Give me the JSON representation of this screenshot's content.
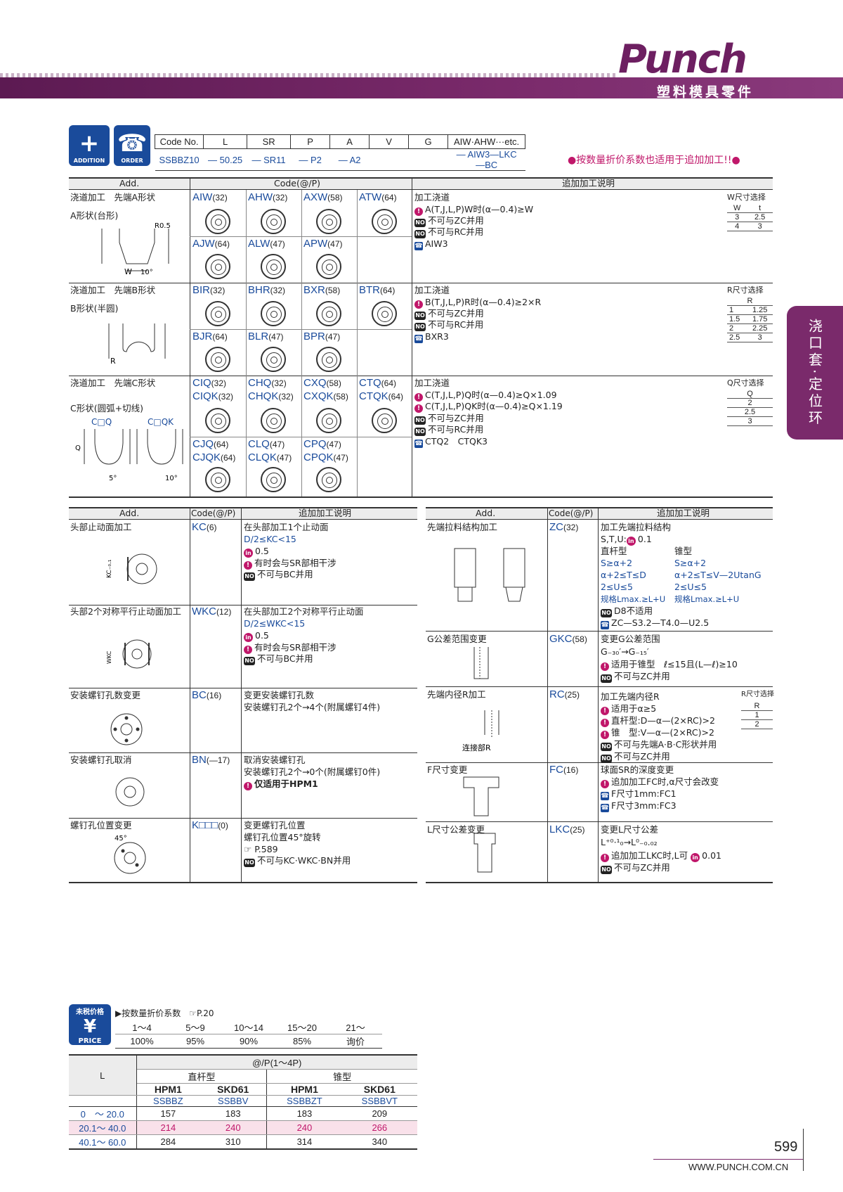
{
  "brand": {
    "logo": "Punch",
    "subtitle": "塑料模具零件"
  },
  "side_tab": "浇口套·定位环",
  "badges": {
    "addition": "ADDITION",
    "order": "ORDER",
    "addition_glyph": "+",
    "order_glyph": "☎"
  },
  "code_table": {
    "headers": [
      "Code No.",
      "L",
      "SR",
      "P",
      "A",
      "V",
      "G",
      "AIW·AHW···etc."
    ],
    "values": [
      "SSBBZ10",
      "— 50.25",
      "— SR11",
      "— P2",
      "— A2",
      "",
      "",
      "— AIW3—LKC—BC"
    ]
  },
  "order_note": "●按数量折价系数也适用于追加加工!!●",
  "upper_table": {
    "headers": {
      "add": "Add.",
      "code": "Code(@/P)",
      "desc": "追加加工说明"
    },
    "rows": [
      {
        "title": "浇道加工　先端A形状",
        "shape": "A形状(台形)",
        "dims": [
          "R0.5",
          "W",
          "10°"
        ],
        "codes": [
          [
            "AIW",
            "(32)"
          ],
          [
            "AHW",
            "(32)"
          ],
          [
            "AXW",
            "(58)"
          ],
          [
            "ATW",
            "(64)"
          ],
          [
            "AJW",
            "(64)"
          ],
          [
            "ALW",
            "(47)"
          ],
          [
            "APW",
            "(47)"
          ]
        ],
        "desc_title": "加工浇道",
        "notes": [
          "A(T,J,L,P)W时(α—0.4)≥W",
          "不可与ZC并用",
          "不可与RC并用",
          "AIW3"
        ],
        "mini_title": "W尺寸选择",
        "mini_head": [
          "W",
          "t"
        ],
        "mini_rows": [
          [
            "3",
            "2.5"
          ],
          [
            "4",
            "3"
          ]
        ]
      },
      {
        "title": "浇道加工　先端B形状",
        "shape": "B形状(半圆)",
        "dims": [
          "R"
        ],
        "codes": [
          [
            "BIR",
            "(32)"
          ],
          [
            "BHR",
            "(32)"
          ],
          [
            "BXR",
            "(58)"
          ],
          [
            "BTR",
            "(64)"
          ],
          [
            "BJR",
            "(64)"
          ],
          [
            "BLR",
            "(47)"
          ],
          [
            "BPR",
            "(47)"
          ]
        ],
        "desc_title": "加工浇道",
        "notes": [
          "B(T,J,L,P)R时(α—0.4)≥2×R",
          "不可与ZC并用",
          "不可与RC并用",
          "BXR3"
        ],
        "mini_title": "R尺寸选择",
        "mini_head": [
          "R"
        ],
        "mini_rows": [
          [
            "1",
            "1.25"
          ],
          [
            "1.5",
            "1.75"
          ],
          [
            "2",
            "2.25"
          ],
          [
            "2.5",
            "3"
          ]
        ]
      },
      {
        "title": "浇道加工　先端C形状",
        "shape": "C形状(圆弧+切线)",
        "dims": [
          "C□Q",
          "C□QK",
          "Q",
          "5°",
          "10°"
        ],
        "codes": [
          [
            "CIQ",
            "(32)"
          ],
          [
            "CHQ",
            "(32)"
          ],
          [
            "CXQ",
            "(58)"
          ],
          [
            "CTQ",
            "(64)"
          ],
          [
            "CIQK",
            "(32)"
          ],
          [
            "CHQK",
            "(32)"
          ],
          [
            "CXQK",
            "(58)"
          ],
          [
            "CTQK",
            "(64)"
          ],
          [
            "CJQ",
            "(64)"
          ],
          [
            "CLQ",
            "(47)"
          ],
          [
            "CPQ",
            "(47)"
          ],
          [
            "CJQK",
            "(64)"
          ],
          [
            "CLQK",
            "(47)"
          ],
          [
            "CPQK",
            "(47)"
          ]
        ],
        "desc_title": "加工浇道",
        "notes": [
          "C(T,J,L,P)Q时(α—0.4)≥Q×1.09",
          "C(T,J,L,P)QK时(α—0.4)≥Q×1.19",
          "不可与ZC并用",
          "不可与RC并用",
          "CTQ2　CTQK3"
        ],
        "mini_title": "Q尺寸选择",
        "mini_head": [
          "Q"
        ],
        "mini_rows": [
          [
            "2"
          ],
          [
            "2.5"
          ],
          [
            "3"
          ]
        ]
      }
    ]
  },
  "left_table": {
    "headers": {
      "add": "Add.",
      "code": "Code(@/P)",
      "desc": "追加加工说明"
    },
    "rows": [
      {
        "title": "头部止动面加工",
        "code": "KC",
        "price": "(6)",
        "lines": [
          "在头部加工1个止动面",
          "D/2≤KC<15",
          "0.5",
          "有时会与SR部相干涉",
          "不可与BC并用"
        ],
        "dim": "KC₋₀.₁"
      },
      {
        "title": "头部2个对称平行止动面加工",
        "code": "WKC",
        "price": "(12)",
        "lines": [
          "在头部加工2个对称平行止动面",
          "D/2≤WKC<15",
          "0.5",
          "有时会与SR部相干涉",
          "不可与BC并用"
        ],
        "dim": "WKC"
      },
      {
        "title": "安装螺钉孔数变更",
        "code": "BC",
        "price": "(16)",
        "lines": [
          "变更安装螺钉孔数",
          "安装螺钉孔2个→4个(附属螺钉4件)"
        ]
      },
      {
        "title": "安装螺钉孔取消",
        "code": "BN",
        "price": "(—17)",
        "lines": [
          "取消安装螺钉孔",
          "安装螺钉孔2个→0个(附属螺钉0件)",
          "仅适用于HPM1"
        ]
      },
      {
        "title": "螺钉孔位置变更",
        "code": "K□□□",
        "price": "(0)",
        "lines": [
          "变更螺钉孔位置",
          "螺钉孔位置45°旋转",
          "P.589",
          "不可与KC·WKC·BN并用"
        ],
        "dim": "45°"
      }
    ]
  },
  "right_table": {
    "headers": {
      "add": "Add.",
      "code": "Code(@/P)",
      "desc": "追加加工说明"
    },
    "rows": [
      {
        "title": "先端拉料结构加工",
        "code": "ZC",
        "price": "(32)",
        "lines": [
          "加工先端拉料结构",
          "S,T,U:",
          "0.1",
          "直杆型",
          "锥型",
          "S≥α+2",
          "S≥α+2",
          "α+2≤T≤D",
          "α+2≤T≤V—2UtanG",
          "2≤U≤5",
          "2≤U≤5",
          "规格Lmax.≥L+U",
          "规格Lmax.≥L+U",
          "D8不适用",
          "ZC—S3.2—T4.0—U2.5"
        ]
      },
      {
        "title": "G公差范围变更",
        "code": "GKC",
        "price": "(58)",
        "lines": [
          "变更G公差范围",
          "G₋₃₀′→G₋₁₅′",
          "适用于锥型　ℓ≤15且(L—ℓ)≥10",
          "不可与ZC并用"
        ]
      },
      {
        "title": "先端内径R加工",
        "code": "RC",
        "price": "(25)",
        "lines": [
          "加工先端内径R",
          "适用于α≥5",
          "直杆型:D—α—(2×RC)>2",
          "锥　型:V—α—(2×RC)>2",
          "不可与先端A·B·C形状并用",
          "不可与ZC并用"
        ],
        "mini_title": "R尺寸选择",
        "mini_head": [
          "R"
        ],
        "mini_rows": [
          [
            "1"
          ],
          [
            "2"
          ]
        ],
        "dim": "连接部R"
      },
      {
        "title": "F尺寸变更",
        "code": "FC",
        "price": "(16)",
        "lines": [
          "球面SR的深度变更",
          "追加加工FC时,α尺寸会改变",
          "F尺寸1mm:FC1",
          "F尺寸3mm:FC3"
        ]
      },
      {
        "title": "L尺寸公差变更",
        "code": "LKC",
        "price": "(25)",
        "lines": [
          "变更L尺寸公差",
          "L⁺⁰·¹₀→L⁰₋₀.₀₂",
          "追加加工LKC时,L可",
          "0.01",
          "不可与ZC并用"
        ]
      }
    ]
  },
  "price": {
    "badge_top": "未税价格",
    "badge_glyph": "¥",
    "badge_bottom": "PRICE",
    "qty_title": "▶按数量折价系数",
    "qty_ref": "P.20",
    "qty_ranges": [
      "1～4",
      "5～9",
      "10～14",
      "15～20",
      "21～"
    ],
    "qty_rates": [
      "100%",
      "95%",
      "90%",
      "85%",
      "询价"
    ],
    "table_title": "@/P(1～4P)",
    "col_L": "L",
    "groups": [
      "直杆型",
      "锥型"
    ],
    "materials": [
      "HPM1",
      "SKD61",
      "HPM1",
      "SKD61"
    ],
    "codes": [
      "SSBBZ",
      "SSBBV",
      "SSBBZT",
      "SSBBVT"
    ],
    "rows": [
      [
        "0　～ 20.0",
        "157",
        "183",
        "183",
        "209"
      ],
      [
        "20.1～ 40.0",
        "214",
        "240",
        "240",
        "266"
      ],
      [
        "40.1～ 60.0",
        "284",
        "310",
        "314",
        "340"
      ]
    ]
  },
  "footer": {
    "page": "599",
    "url": "WWW.PUNCH.COM.CN"
  }
}
